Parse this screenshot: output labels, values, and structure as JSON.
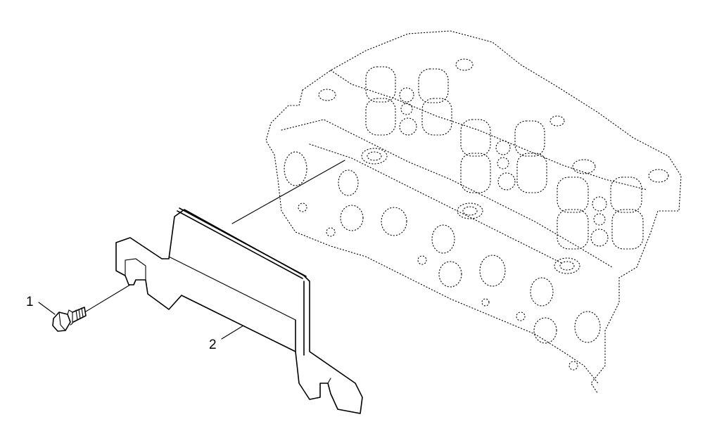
{
  "callouts": [
    {
      "number": "1",
      "part": "bolt"
    },
    {
      "number": "2",
      "part": "bracket"
    }
  ],
  "colors": {
    "line": "#000000",
    "background": "#ffffff"
  }
}
